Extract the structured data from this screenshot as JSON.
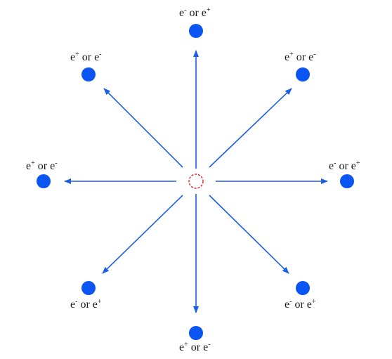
{
  "colors": {
    "particle": "#0b55f2",
    "arrow": "#1c5fe6",
    "center_circle": "#e0302a",
    "text": "#1a1a1a"
  },
  "particles": [
    {
      "name": "particle-top",
      "base1": "e",
      "sup1": "-",
      "middle": " or ",
      "base2": "e",
      "sup2": "+"
    },
    {
      "name": "particle-top-right",
      "base1": "e",
      "sup1": "+",
      "middle": " or ",
      "base2": "e",
      "sup2": "-"
    },
    {
      "name": "particle-right",
      "base1": "e",
      "sup1": "-",
      "middle": " or ",
      "base2": "e",
      "sup2": "+"
    },
    {
      "name": "particle-bottom-right",
      "base1": "e",
      "sup1": "-",
      "middle": " or ",
      "base2": "e",
      "sup2": "+"
    },
    {
      "name": "particle-bottom",
      "base1": "e",
      "sup1": "+",
      "middle": " or ",
      "base2": "e",
      "sup2": "-"
    },
    {
      "name": "particle-bottom-left",
      "base1": "e",
      "sup1": "-",
      "middle": " or ",
      "base2": "e",
      "sup2": "+"
    },
    {
      "name": "particle-left",
      "base1": "e",
      "sup1": "+",
      "middle": " or ",
      "base2": "e",
      "sup2": "-"
    },
    {
      "name": "particle-top-left",
      "base1": "e",
      "sup1": "+",
      "middle": " or ",
      "base2": "e",
      "sup2": "-"
    }
  ]
}
